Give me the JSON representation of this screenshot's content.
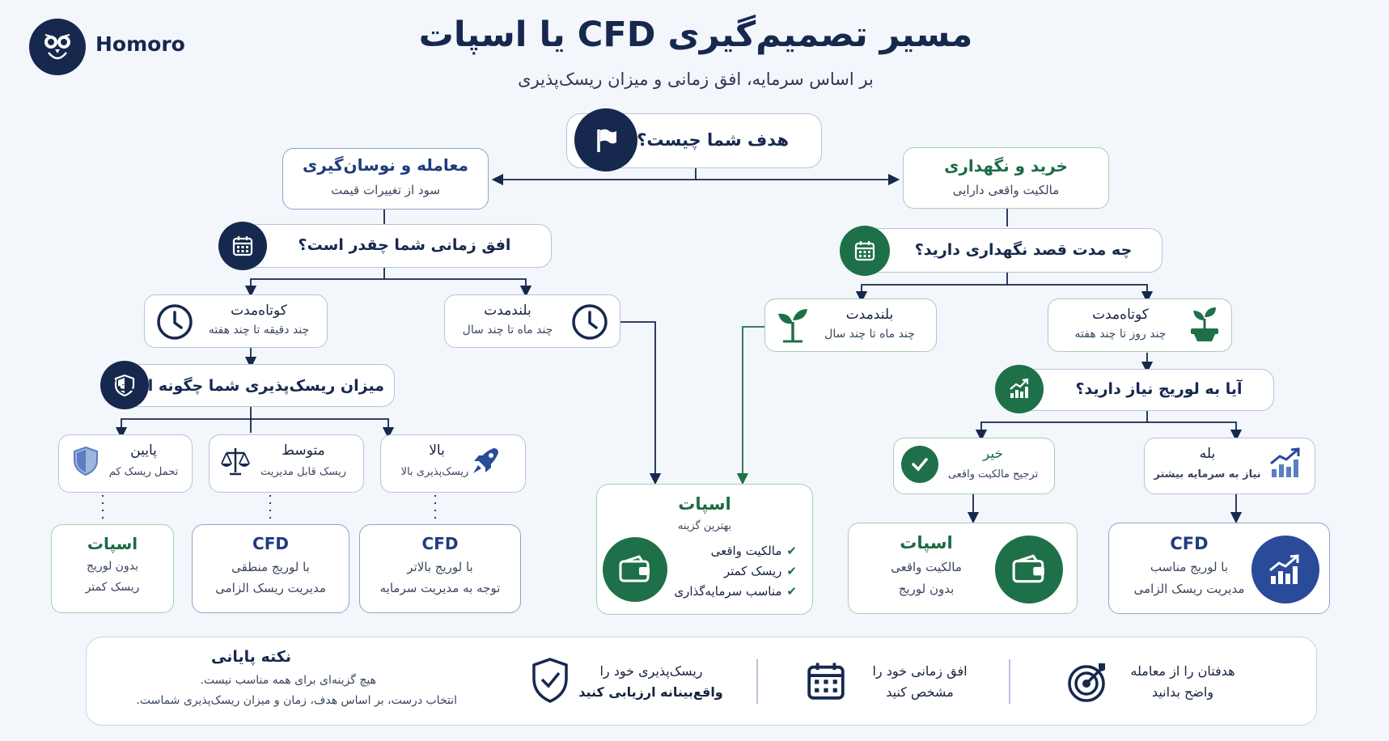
{
  "brand": {
    "name": "Homoro"
  },
  "header": {
    "title": "مسیر تصمیم‌گیری CFD یا اسپات",
    "subtitle": "بر اساس سرمایه، افق زمانی و میزان ریسک‌پذیری"
  },
  "root": {
    "question": "هدف شما چیست؟"
  },
  "left": {
    "goal": {
      "title": "معامله و نوسان‌گیری",
      "sub": "سود از تغییرات قیمت"
    },
    "question": "افق زمانی شما چقدر است؟",
    "short": {
      "title": "کوتاه‌مدت",
      "sub": "چند دقیقه تا چند هفته"
    },
    "long": {
      "title": "بلندمدت",
      "sub": "چند ماه تا چند سال"
    },
    "risk_question": "میزان ریسک‌پذیری شما چگونه است؟",
    "risk": [
      {
        "title": "بالا",
        "sub": "ریسک‌پذیری بالا",
        "icon": "rocket-icon"
      },
      {
        "title": "متوسط",
        "sub": "ریسک قابل مدیریت",
        "icon": "scale-icon"
      },
      {
        "title": "پایین",
        "sub": "تحمل ریسک کم",
        "icon": "shield-icon"
      }
    ],
    "results": [
      {
        "title": "CFD",
        "line1": "با لوریج بالاتر",
        "line2": "توجه به مدیریت سرمایه"
      },
      {
        "title": "CFD",
        "line1": "با لوریج منطقی",
        "line2": "مدیریت ریسک الزامی"
      },
      {
        "title": "اسپات",
        "line1": "بدون لوریج",
        "line2": "ریسک کمتر"
      }
    ]
  },
  "center": {
    "title": "اسپات",
    "sub": "بهترین گزینه",
    "checks": [
      "مالکیت واقعی",
      "ریسک کمتر",
      "مناسب سرمایه‌گذاری"
    ]
  },
  "right": {
    "goal": {
      "title": "خرید و نگهداری",
      "sub": "مالکیت واقعی دارایی"
    },
    "question": "چه مدت قصد نگهداری دارید؟",
    "long": {
      "title": "بلندمدت",
      "sub": "چند ماه تا چند سال"
    },
    "short": {
      "title": "کوتاه‌مدت",
      "sub": "چند روز تا چند هفته"
    },
    "lev_question": "آیا به لوریج نیاز دارید؟",
    "no": {
      "title": "خیر",
      "sub": "ترجیح مالکیت واقعی"
    },
    "yes": {
      "title": "بله",
      "sub": "نیاز به سرمایه بیشتر"
    },
    "res_no": {
      "title": "اسپات",
      "line1": "مالکیت واقعی",
      "line2": "بدون لوریج"
    },
    "res_yes": {
      "title": "CFD",
      "line1": "با لوریج مناسب",
      "line2": "مدیریت ریسک الزامی"
    }
  },
  "footer": {
    "note_title": "نکته پایانی",
    "note_line1": "هیچ گزینه‌ای برای  همه مناسب نیست.",
    "note_line2": "انتخاب درست، بر اساس هدف، زمان و  میزان ریسک‌پذیری شماست.",
    "tip_risk_1": "ریسک‌پذیری خود را",
    "tip_risk_2": "واقع‌بینانه ارزیابی کنید",
    "tip_time_1": "افق زمانی خود را",
    "tip_time_2": "مشخص کنید",
    "tip_goal_1": "هدفتان را از معامله",
    "tip_goal_2": "واضح بدانید"
  },
  "colors": {
    "navy": "#16284d",
    "green": "#1e7048",
    "blue": "#2a4a9a",
    "background": "#f3f6fb"
  }
}
